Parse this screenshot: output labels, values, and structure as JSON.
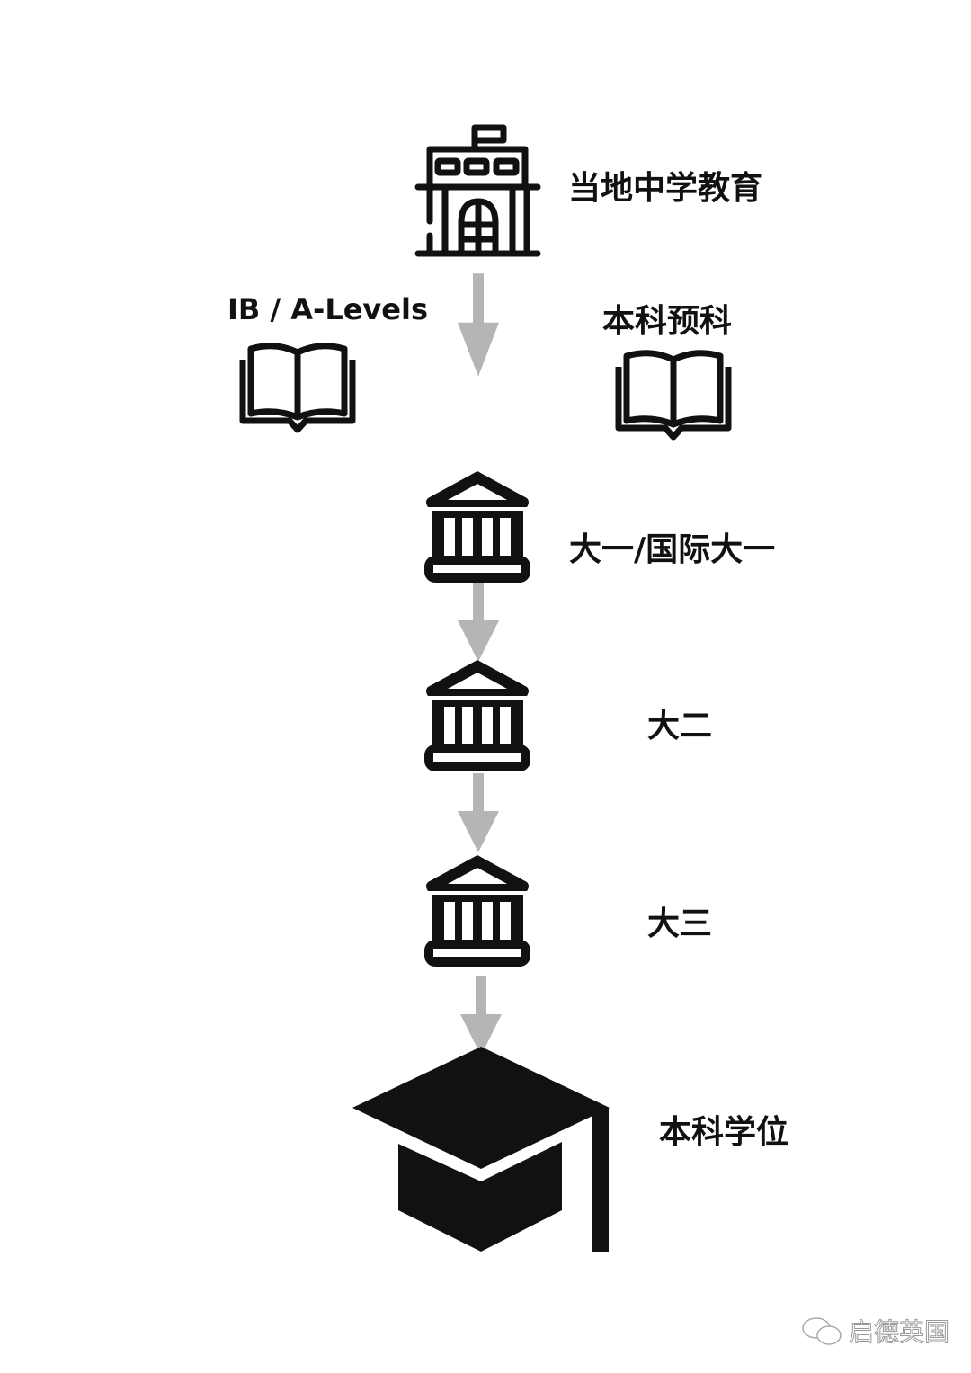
{
  "stages": {
    "secondary": "当地中学教育",
    "ib_alevels": "IB / A-Levels",
    "foundation": "本科预科",
    "year1": "大一/国际大一",
    "year2": "大二",
    "year3": "大三",
    "degree": "本科学位"
  },
  "watermark": "启德英国",
  "colors": {
    "arrow": "#b5b5b5",
    "icon": "#111111"
  }
}
